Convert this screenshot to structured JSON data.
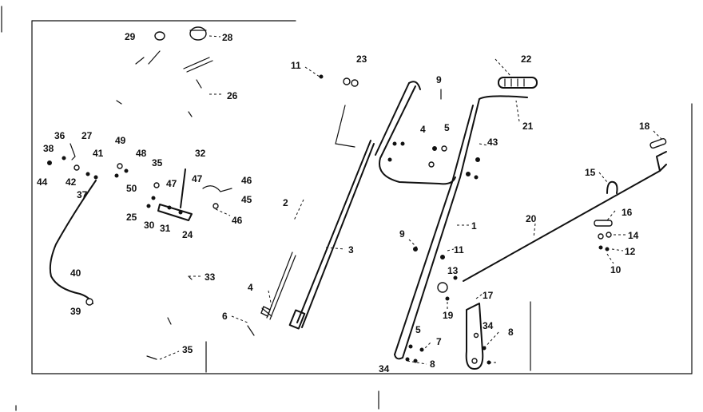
{
  "diagram": {
    "callouts": [
      "29",
      "28",
      "11",
      "23",
      "22",
      "9",
      "26",
      "21",
      "4",
      "5",
      "43",
      "18",
      "36",
      "27",
      "49",
      "38",
      "41",
      "48",
      "35",
      "32",
      "15",
      "44",
      "42",
      "37",
      "50",
      "47",
      "47",
      "46",
      "45",
      "46",
      "2",
      "20",
      "16",
      "14",
      "25",
      "30",
      "31",
      "24",
      "12",
      "10",
      "3",
      "9",
      "11",
      "1",
      "40",
      "13",
      "33",
      "19",
      "17",
      "4",
      "39",
      "6",
      "5",
      "7",
      "34",
      "8",
      "35",
      "34",
      "8"
    ]
  }
}
